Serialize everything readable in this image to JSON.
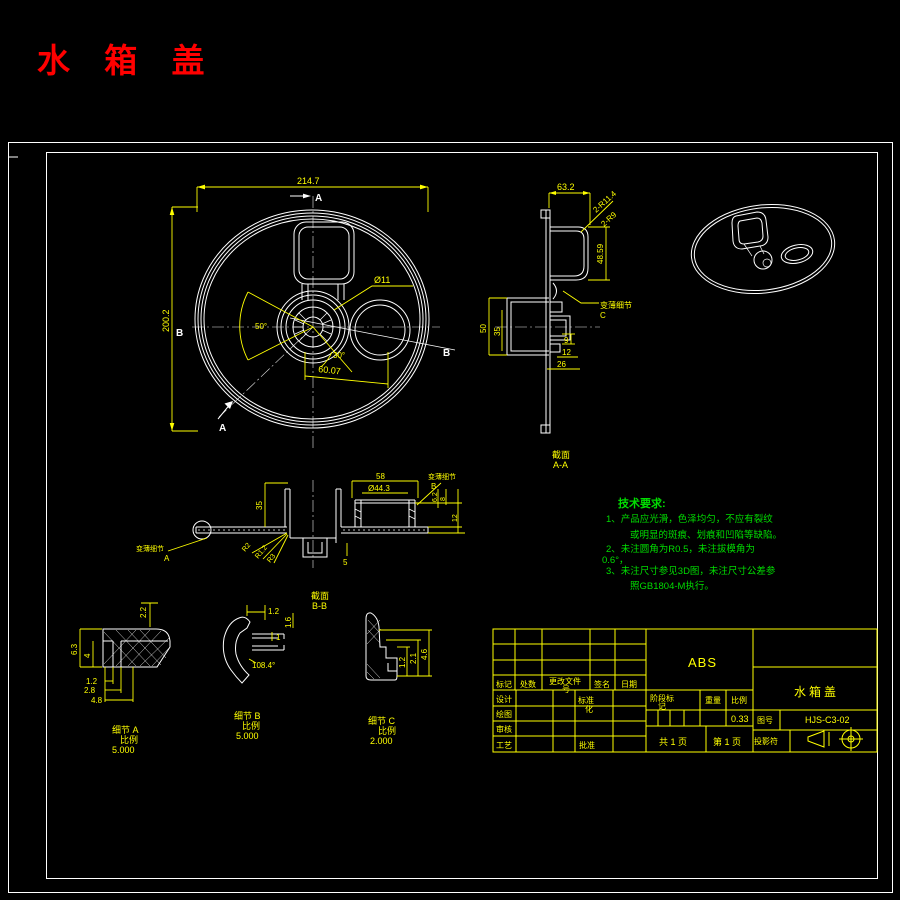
{
  "title": "水 箱 盖",
  "colors": {
    "background": "#000000",
    "line": "#FFFFFF",
    "dimension": "#FFFF00",
    "tech_text": "#00DD00",
    "title_text": "#FF0000",
    "table_line": "#FFFF00"
  },
  "main_view": {
    "dim_width": "214.7",
    "dim_height": "200.2",
    "dim_hole": "Ø11",
    "angle_left": "50°",
    "angle_right": "30°",
    "dim_center_distance": "60.07",
    "marker_a_top": "A",
    "marker_a_bottom": "A",
    "marker_b_left": "B",
    "marker_b_right": "B"
  },
  "section_aa": {
    "label_top": "截面",
    "label_bottom": "A-A",
    "dim_top_width": "63.2",
    "dim_radius1": "2-R11.4",
    "dim_radius2": "2-R9",
    "dim_depth": "48.59",
    "dim_left_outer": "50",
    "dim_left_inner": "35",
    "dim_step1": "9",
    "dim_step2": "12",
    "dim_step3": "26",
    "leader_text": "变薄细节",
    "leader_ref": "C"
  },
  "section_bb": {
    "label_top": "截面",
    "label_bottom": "B-B",
    "dim_height": "35",
    "dim_boss_outer": "58",
    "dim_boss_inner": "Ø44.3",
    "dim_notch": "5",
    "radius_labels": [
      "R2",
      "R1.2",
      "R3"
    ],
    "dim_right1": "6.2",
    "dim_right2": "8",
    "dim_right3": "12",
    "leader_a_text": "变薄细节",
    "leader_a_ref": "A",
    "leader_b_text": "变薄细节",
    "leader_b_ref": "B"
  },
  "detail_a": {
    "name": "细节 A",
    "scale_label": "比例",
    "scale_value": "5.000",
    "dim_top": "2.2",
    "dim_left1": "6.3",
    "dim_left2": "4",
    "dim_bottom1": "1.2",
    "dim_bottom2": "2.8",
    "dim_bottom3": "4.8"
  },
  "detail_b": {
    "name": "细节 B",
    "scale_label": "比例",
    "scale_value": "5.000",
    "dim1": "1.2",
    "dim2": "1.6",
    "dim3": "1",
    "dim_angle": "108.4°"
  },
  "detail_c": {
    "name": "细节 C",
    "scale_label": "比例",
    "scale_value": "2.000",
    "dim1": "1.2",
    "dim2": "2.1",
    "dim3": "4.6"
  },
  "tech_requirements": {
    "heading": "技术要求:",
    "line1": "1、产品应光滑，色泽均匀，不应有裂纹",
    "line2": "或明显的斑痕、划痕和凹陷等缺陷。",
    "line3": "2、未注圆角为R0.5，未注拔模角为",
    "line4": "0.6°，",
    "line5": "3、未注尺寸参见3D图，未注尺寸公差参",
    "line6": "照GB1804-M执行。"
  },
  "title_block": {
    "material": "ABS",
    "part_name": "水箱盖",
    "drawing_no_label": "图号",
    "drawing_no": "HJS-C3-02",
    "stage_label_1": "阶段标",
    "stage_label_2": "记",
    "weight_label": "重量",
    "scale_label": "比例",
    "scale_value": "0.33",
    "sheet_total": "共 1 页",
    "sheet_no": "第 1 页",
    "projection_label": "投影符",
    "rev_headers": {
      "mark": "标记",
      "count": "处数",
      "doc1": "更改文件",
      "doc2": "号",
      "sign": "签名",
      "date": "日期"
    },
    "roles": {
      "design": "设计",
      "draw": "绘图",
      "check": "审核",
      "process": "工艺",
      "std1": "标准",
      "std2": "化",
      "approve": "批准"
    }
  }
}
